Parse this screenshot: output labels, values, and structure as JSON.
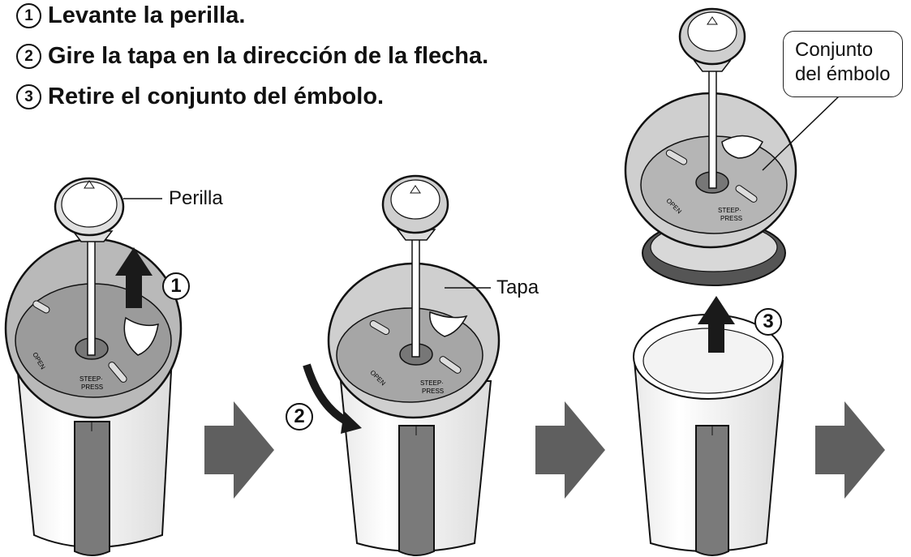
{
  "steps": [
    {
      "num": "1",
      "text": "Levante la perilla."
    },
    {
      "num": "2",
      "text": "Gire la tapa en la dirección de la flecha."
    },
    {
      "num": "3",
      "text": "Retire el conjunto del émbolo."
    }
  ],
  "labels": {
    "knob": "Perilla",
    "lid": "Tapa",
    "plunger_line1": "Conjunto",
    "plunger_line2": "del émbolo"
  },
  "lid_marks": {
    "open": "OPEN",
    "steep1": "STEEP·",
    "steep2": "PRESS"
  },
  "markers": [
    "1",
    "2",
    "3"
  ],
  "colors": {
    "ink": "#111111",
    "lid_gray": "#b5b5b5",
    "inner_gray": "#9a9a9a",
    "handle_gray": "#777777",
    "arrow_gray": "#5f5f5f"
  },
  "icons": [
    "up-arrow-icon",
    "rotate-arrow-icon",
    "next-step-arrow-icon"
  ]
}
